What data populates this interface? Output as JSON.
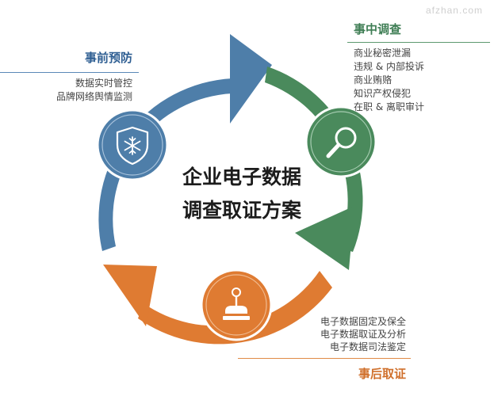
{
  "watermark": "afzhan.com",
  "center": {
    "line1": "企业电子数据",
    "line2": "调查取证方案"
  },
  "phases": {
    "before": {
      "title": "事前预防",
      "items": [
        "数据实时管控",
        "品牌网络舆情监测"
      ],
      "color": "#4e7ea9",
      "icon": "shield-snowflake-icon"
    },
    "during": {
      "title": "事中调查",
      "items": [
        "商业秘密泄漏",
        "违规 & 内部投诉",
        "商业贿赂",
        "知识产权侵犯",
        "在职 & 离职审计"
      ],
      "color": "#4a8a5c",
      "icon": "magnifier-icon"
    },
    "after": {
      "title": "事后取证",
      "items": [
        "电子数据固定及保全",
        "电子数据取证及分析",
        "电子数据司法鉴定"
      ],
      "color": "#df7b32",
      "icon": "stamp-icon"
    }
  }
}
